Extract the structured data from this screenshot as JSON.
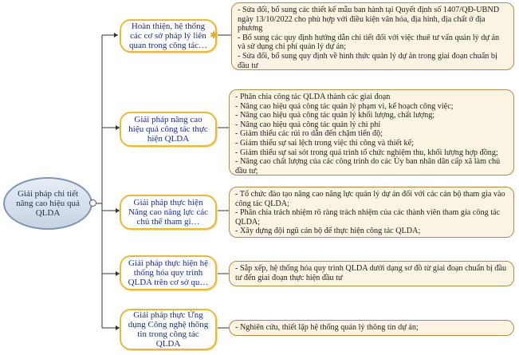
{
  "root": {
    "label": "Giải pháp chi tiết nâng cao hiệu quả QLDA"
  },
  "branches": [
    {
      "title": "Hoàn thiện, hệ thống các cơ sở pháp lý liên quan trong công tác…",
      "details": [
        "- Sửa đổi, bổ sung các thiết kế mẫu ban hành tại Quyết định số 1407/QĐ-UBND ngày 13/10/2022 cho phù hợp với điều kiện văn hóa, địa hình, địa chất ở địa phương",
        "- Bổ sung các quy định hướng dẫn chi tiết đối với việc thuê tư vấn quản lý dự án và sử dụng chi phí quản lý dự án;",
        "- Sửa đổi, bổ sung quy định về hình thức quản lý dự án trong giai đoạn chuẩn bị đầu tư"
      ]
    },
    {
      "title": "Giải pháp nâng cao hiệu quả công tác thực hiện QLDA",
      "details": [
        "- Phân chia công tác QLDA thành các giai đoạn",
        "- Nâng cao hiệu quả công tác quản lý phạm vi, kế hoạch công việc;",
        "- Nâng cao hiệu quả công tác quản lý khối lượng, chất lượng;",
        "- Nâng cao hiệu quả công tác quản lý chi phí",
        "- Giảm thiểu các rủi ro dẫn đến chậm tiến độ;",
        "- Giảm thiểu sự sai lệch trong việc thi công và thiết kế;",
        "- Giảm thiểu sự sai sót trong quá trình tổ chức nghiệm thu, khối lượng hợp đồng;",
        "- Nâng cao chất lượng của các công trình do các Ủy ban nhân dân cấp xã làm chủ đầu tư;"
      ]
    },
    {
      "title": "Giải pháp thực hiện Nâng cao năng lực các chủ thể tham gi…",
      "details": [
        "- Tổ chức đào tạo nâng cao năng lực quản lý dự án đối với các cán bộ tham gia vào công tác QLDA;",
        "- Phân chia trách nhiệm rõ ràng trách nhiệm của các thành viên tham gia công tác QLDA;",
        "- Xây dựng đội ngũ cán bộ để thực hiện công tác QLDA;"
      ]
    },
    {
      "title": "Giải pháp thực hiện hệ thống hóa quy trình QLDA trên cơ sở qu…",
      "details": [
        "- Sắp xếp, hệ thống hóa quy trình QLDA dưới dạng sơ đồ từ giai đoạn chuẩn bị đầu tư đến giai đoạn thực hiện đầu tư"
      ]
    },
    {
      "title": "Giải pháp thực Ứng dụng Công nghệ thông tin trong công tác QLDA",
      "details": [
        "- Nghiên cứu, thiết lập hệ thống quản lý thông tin dự án;"
      ]
    }
  ]
}
